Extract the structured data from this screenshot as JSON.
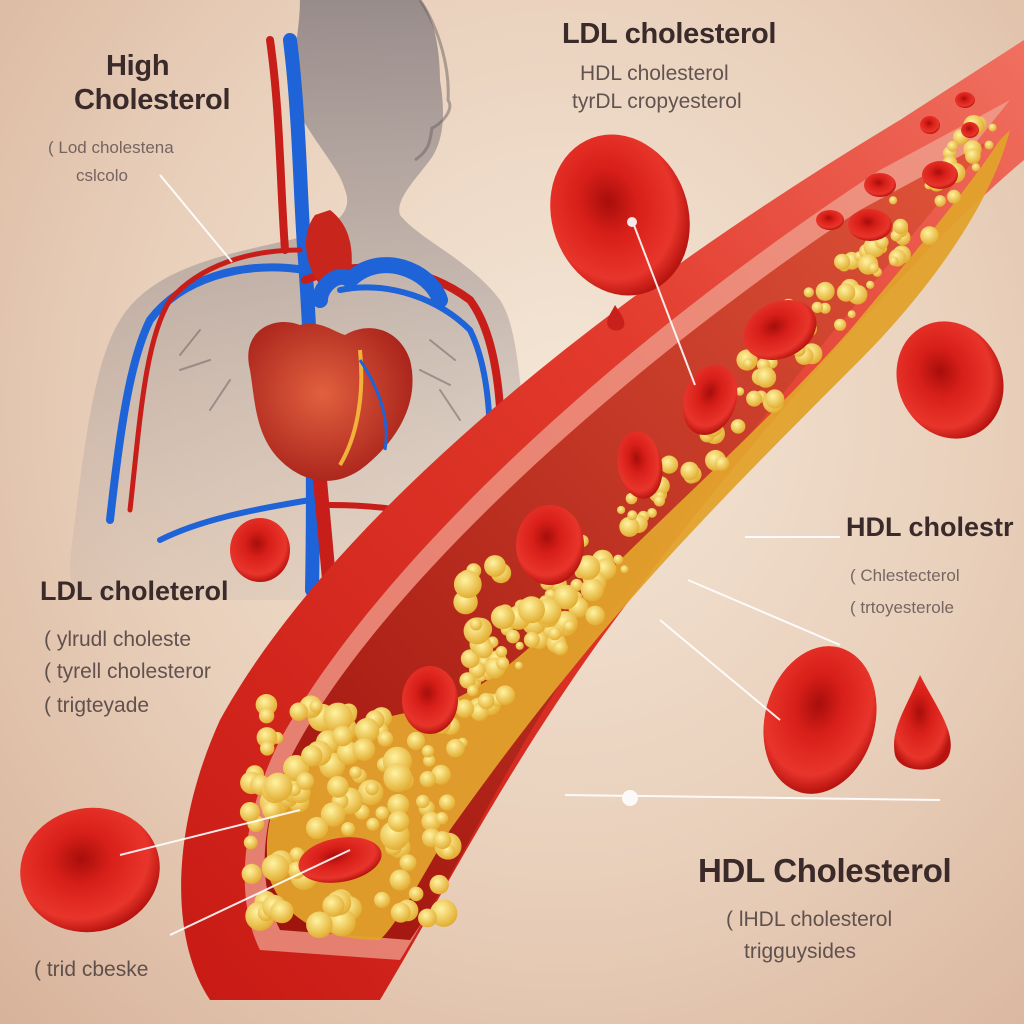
{
  "labels": {
    "high_cholesterol_line1": "High",
    "high_cholesterol_line2": "Cholesterol",
    "top_left_sub1": "( Lod cholestena",
    "top_left_sub2": "cslcolo",
    "top_title": "LDL cholesterol",
    "top_sub1": "HDL cholesterol",
    "top_sub2": "tyrDL cropyesterol",
    "left_mid_title": "LDL choleterol",
    "left_mid_sub1": "( ylrudl choleste",
    "left_mid_sub2": "( tyrell cholesteror",
    "left_mid_sub3": "( trigteyade",
    "right_mid_title": "HDL cholestr",
    "right_mid_sub1": "( Chlestecterol",
    "right_mid_sub2": "( trtoyesterole",
    "bottom_right_title": "HDL Cholesterol",
    "bottom_right_sub1": "( lHDL cholesterol",
    "bottom_right_sub2": "trigguysides",
    "bottom_left_sub": "( trid cbeske"
  },
  "colors": {
    "background": "#ecd8c6",
    "artery_wall": "#d9261f",
    "artery_inner": "#b3160f",
    "plaque": "#f0c53a",
    "vein_blue": "#1e63d8",
    "blood_cell": "#d8201a",
    "heart": "#c9342a"
  }
}
